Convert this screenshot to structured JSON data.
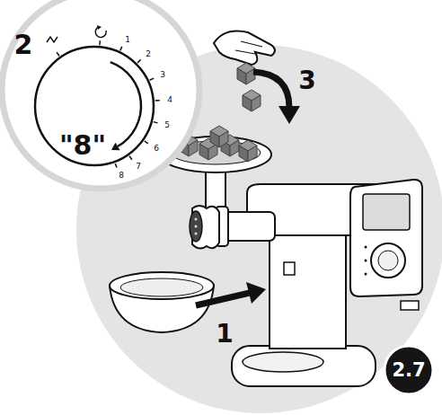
{
  "diagram": {
    "nodes": [
      {
        "text": [
          "2",
          "\"8\"",
          "1",
          "2",
          "3",
          "4",
          "5",
          "6",
          "7",
          "8"
        ]
      },
      {
        "text": [
          "2.7"
        ]
      }
    ],
    "labels": [
      "3",
      "1"
    ]
  }
}
